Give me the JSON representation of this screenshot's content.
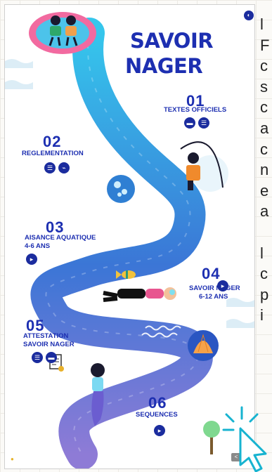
{
  "title": {
    "line1": "SAVOIR",
    "line2": "NAGER"
  },
  "steps": [
    {
      "number": "01",
      "label": "TEXTES OFFICIELS",
      "buttons": [
        "doc-icon",
        "list-icon"
      ]
    },
    {
      "number": "02",
      "label": "REGLEMENTATION",
      "buttons": [
        "list-icon",
        "link-icon"
      ]
    },
    {
      "number": "03",
      "label": "AISANCE AQUATIQUE 4-6 ANS",
      "label_line1": "AISANCE AQUATIQUE",
      "label_line2": "4-6 ANS",
      "buttons": [
        "play-icon"
      ]
    },
    {
      "number": "04",
      "label": "SAVOIR NAGER 6-12 ANS",
      "label_line1": "SAVOIR NAGER",
      "label_line2": "6-12 ANS",
      "buttons": [
        "play-icon"
      ]
    },
    {
      "number": "05",
      "label": "ATTESTATION SAVOIR NAGER",
      "label_line1": "ATTESTATION",
      "label_line2": "SAVOIR NAGER",
      "buttons": [
        "list-icon",
        "doc-icon"
      ]
    },
    {
      "number": "06",
      "label": "SEQUENCES",
      "buttons": [
        "play-icon"
      ]
    }
  ],
  "side_text": [
    "l",
    "F",
    "c",
    "s",
    "c",
    "a",
    "c",
    "n",
    "e",
    "a",
    "",
    "l",
    "c",
    "p",
    "i"
  ],
  "colors": {
    "river": "#3fb0e4",
    "river_dark": "#3a5fc9",
    "title": "#1d2fb1",
    "button": "#1b2c9e",
    "purple_bottom": "#8e7bd6",
    "cursor": "#17b3d0"
  }
}
